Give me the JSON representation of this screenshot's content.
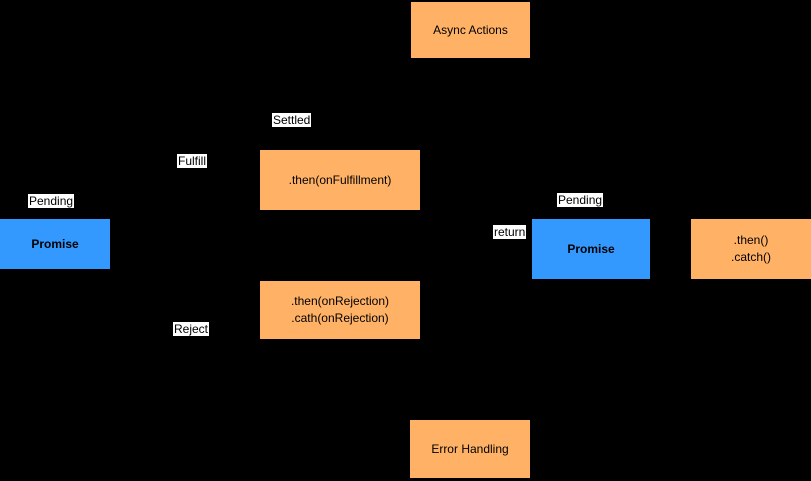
{
  "colors": {
    "background": "#000000",
    "node_orange": "#FFB266",
    "node_blue": "#3399FF",
    "label_background": "#FFFFFF",
    "text": "#000000"
  },
  "nodes": {
    "async_actions": {
      "label": "Async Actions"
    },
    "promise_left": {
      "label": "Promise"
    },
    "then_fulfillment": {
      "label": ".then(onFulfillment)"
    },
    "then_rejection": {
      "line1": ".then(onRejection)",
      "line2": ".cath(onRejection)"
    },
    "promise_right": {
      "label": "Promise"
    },
    "then_catch": {
      "line1": ".then()",
      "line2": ".catch()"
    },
    "error_handling": {
      "label": "Error Handling"
    }
  },
  "edge_labels": {
    "pending_left": "Pending",
    "settled": "Settled",
    "fulfill": "Fulfill",
    "reject": "Reject",
    "pending_right": "Pending",
    "return": "return"
  }
}
